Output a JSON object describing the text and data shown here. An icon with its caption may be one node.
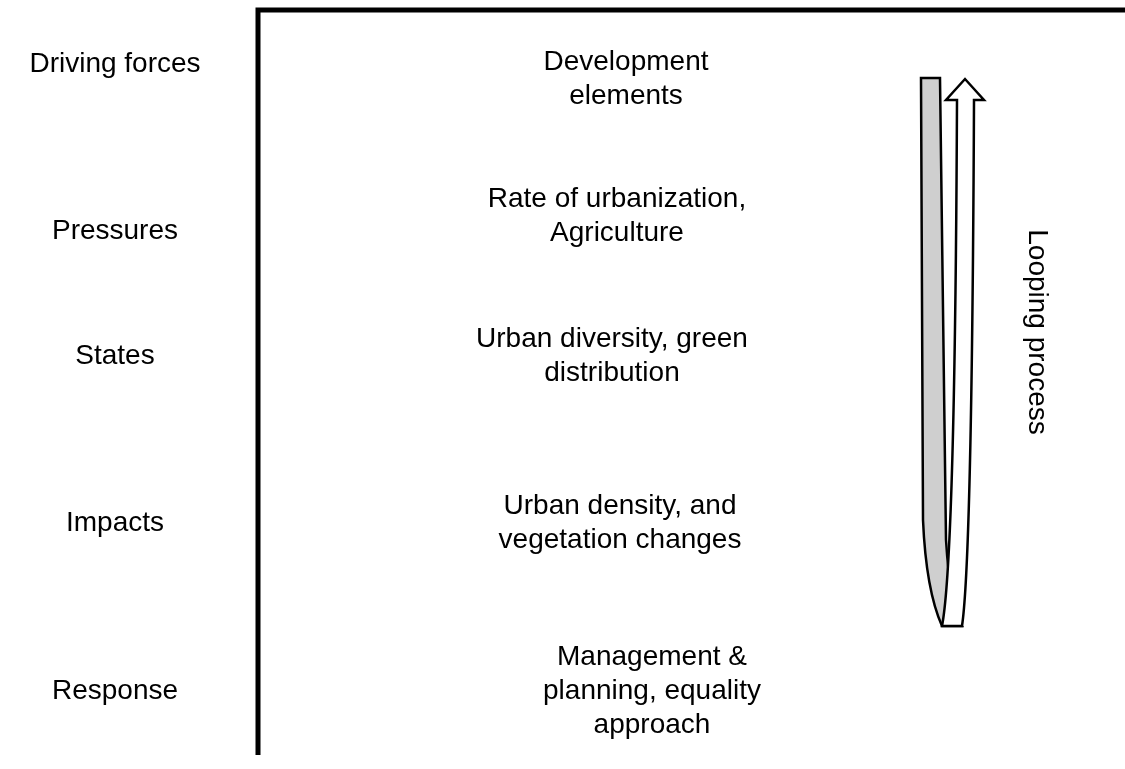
{
  "diagram": {
    "labels": [
      "Driving forces",
      "Development elements",
      "Pressures",
      "Rate of urbanization, Agriculture",
      "States",
      "Urban diversity, green distribution",
      "Impacts",
      "Urban density, and vegetation changes",
      "Response",
      "Management & planning, equality approach",
      "Looping process"
    ]
  }
}
